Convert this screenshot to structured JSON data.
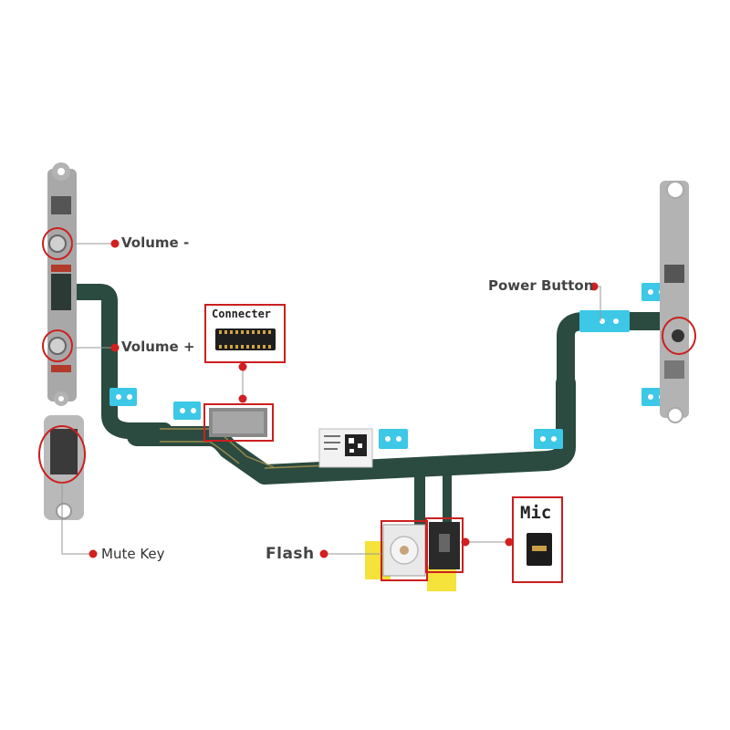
{
  "labels": {
    "volume_minus": "Volume -",
    "volume_plus": "Volume +",
    "mute_key": "Mute Key",
    "power_button": "Power Button",
    "connecter": "Connecter",
    "flash": "Flash",
    "mic": "Mic"
  },
  "colors": {
    "highlight": "#cc1f1f",
    "flex_cable": "#2b4a40",
    "tape": "#3cc8e6",
    "yellow_tape": "#f5e23a",
    "metal": "#b9b9b9"
  }
}
